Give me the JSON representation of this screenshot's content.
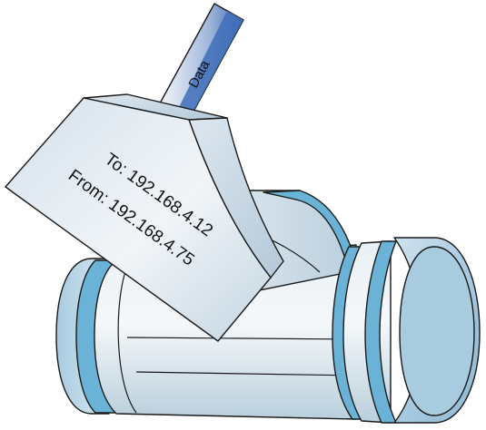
{
  "labels": {
    "data": "Data",
    "to": "To: 192.168.4.12",
    "from": "From: 192.168.4.75"
  },
  "colors": {
    "pipe_light": "#eef3f7",
    "pipe_mid": "#cfdde8",
    "pipe_dark": "#a8c0d0",
    "ring_blue": "#6bb3d6",
    "rod_blue": "#3f6fb8",
    "outline": "#1a1a1a"
  }
}
